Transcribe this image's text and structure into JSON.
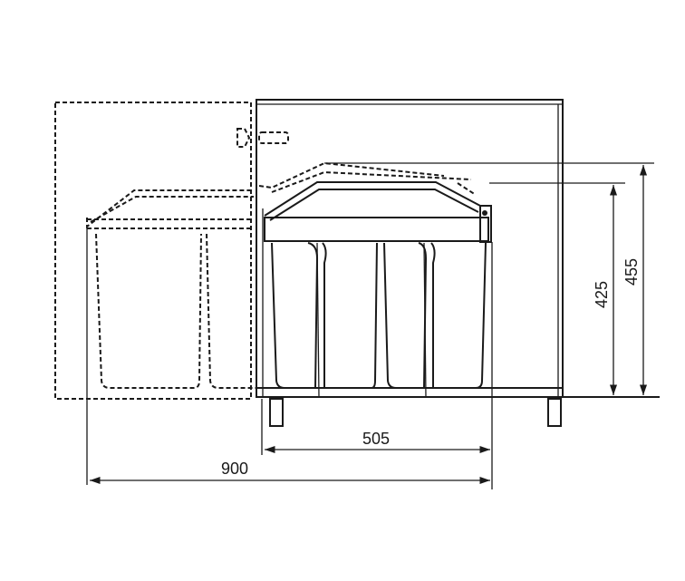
{
  "diagram": {
    "type": "technical-dimension-drawing",
    "subject": "pull-out waste bin cabinet (side view)",
    "dimensions": {
      "bin_unit_width": "505",
      "door_open_total_width": "900",
      "bin_height": "425",
      "overall_height": "455"
    },
    "colors": {
      "line": "#1a1a1a",
      "background": "#ffffff"
    }
  }
}
